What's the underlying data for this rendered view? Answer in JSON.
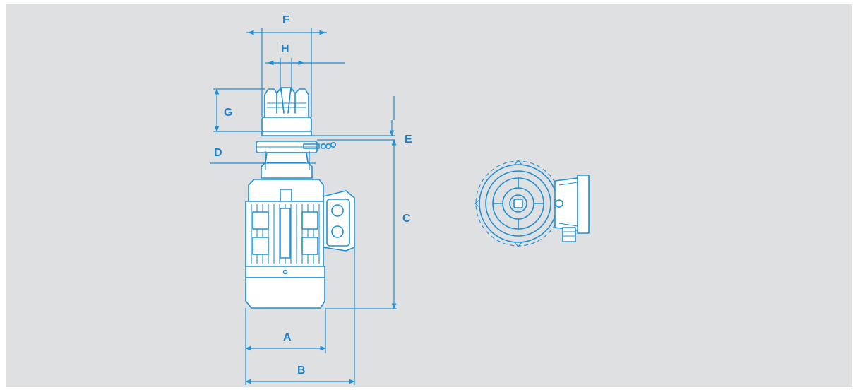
{
  "labels": {
    "a": "A",
    "b": "B",
    "c": "C",
    "d": "D",
    "e": "E",
    "f": "F",
    "g": "G",
    "h": "H"
  },
  "colors": {
    "background": "#dfe0e2",
    "drawing": "#1f8fd6",
    "label": "#1f7fc4"
  }
}
